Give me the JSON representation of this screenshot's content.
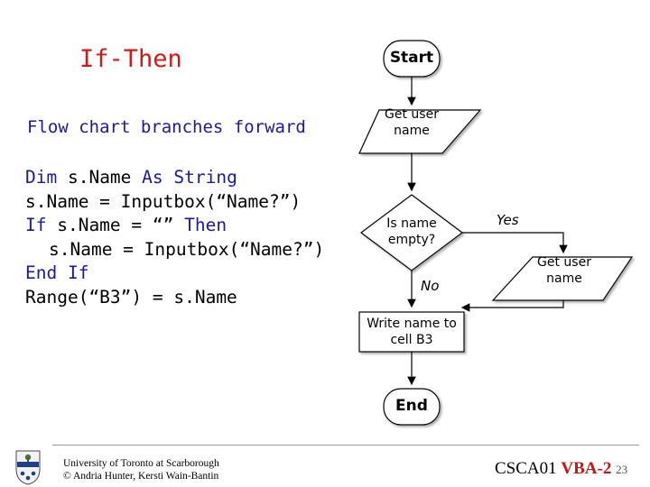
{
  "slide": {
    "title": "If-Then",
    "subtitle": "Flow chart branches forward"
  },
  "code": {
    "line1_kw1": "Dim",
    "line1_mid": " s.Name ",
    "line1_kw2": "As String",
    "line2": "s.Name = Inputbox(“Name?”)",
    "line3_kw1": "If",
    "line3_mid": " s.Name = “” ",
    "line3_kw2": "Then",
    "line4": "s.Name = Inputbox(“Name?”)",
    "line5": "End If",
    "line6": "Range(“B3”) = s.Name"
  },
  "flowchart": {
    "start": "Start",
    "input1": "Get user name",
    "decision": "Is name empty?",
    "yes": "Yes",
    "no": "No",
    "input2": "Get user name",
    "process": "Write name to cell B3",
    "end": "End"
  },
  "footer": {
    "institution_line1": "University of Toronto at Scarborough",
    "institution_line2": "© Andria Hunter, Kersti Wain-Bantin",
    "course": "CSCA01",
    "unit": "VBA-2",
    "page": "23"
  },
  "colors": {
    "title": "#d21919",
    "keyword": "#1a1a9e",
    "unit": "#c81414"
  },
  "icons": {
    "crest": "university-crest-icon"
  }
}
